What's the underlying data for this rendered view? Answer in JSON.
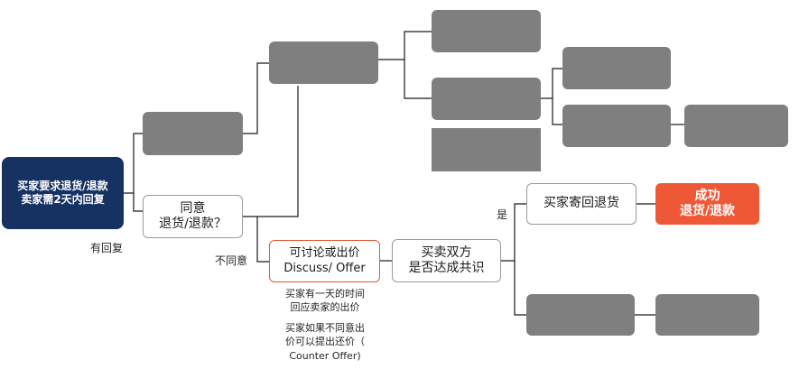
{
  "start": {
    "line1": "买家要求退货/退款",
    "line2": "卖家需2天内回复"
  },
  "branch_top_label": "有回复",
  "agree": {
    "line1": "同意",
    "line2": "退货/退款？"
  },
  "disagree_label": "不同意",
  "discuss": {
    "line1": "可讨论或出价",
    "line2": "Discuss/ Offer"
  },
  "consensus": {
    "line1": "买卖双方",
    "line2": "是否达成共识"
  },
  "yes_label": "是",
  "buyer_return": "买家寄回退货",
  "success": {
    "line1": "成功",
    "line2": "退货/退款"
  },
  "note1": {
    "line1": "买家有一天的时间",
    "line2": "回应卖家的出价"
  },
  "note2": {
    "line1": "买家如果不同意出",
    "line2": "价可以提出还价（",
    "line3": "Counter Offer)"
  },
  "colors": {
    "navy": "#153263",
    "gray": "#7f7f7f",
    "orange": "#ef5836",
    "connector": "#1a1a1a"
  }
}
